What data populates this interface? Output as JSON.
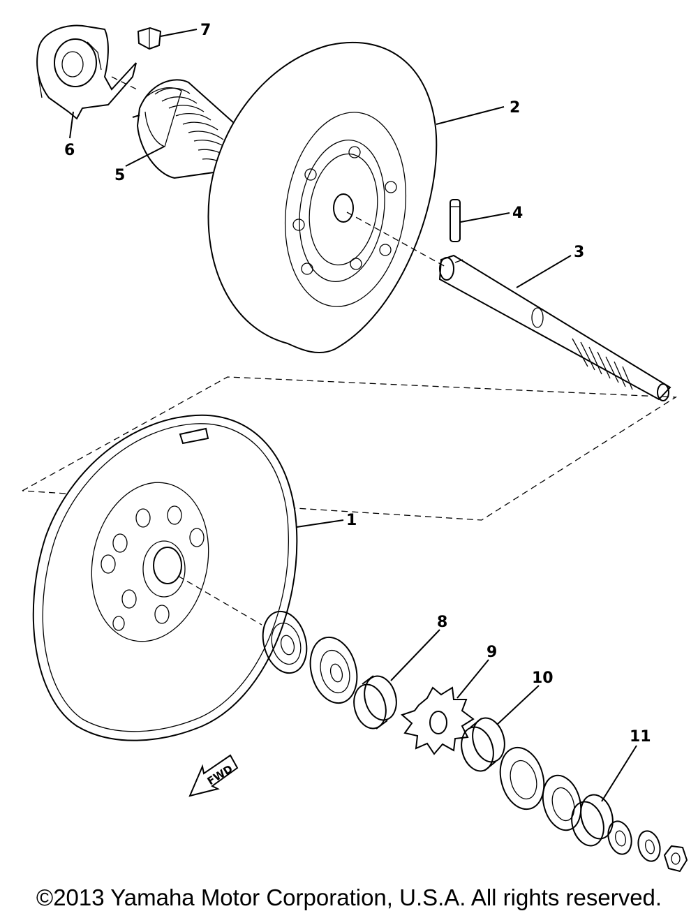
{
  "diagram": {
    "callouts": [
      "1",
      "2",
      "3",
      "4",
      "5",
      "6",
      "7",
      "8",
      "9",
      "10",
      "11"
    ],
    "direction_label": "FWD"
  },
  "footer": {
    "copyright": "©2013 Yamaha Motor Corporation, U.S.A. All rights reserved."
  }
}
